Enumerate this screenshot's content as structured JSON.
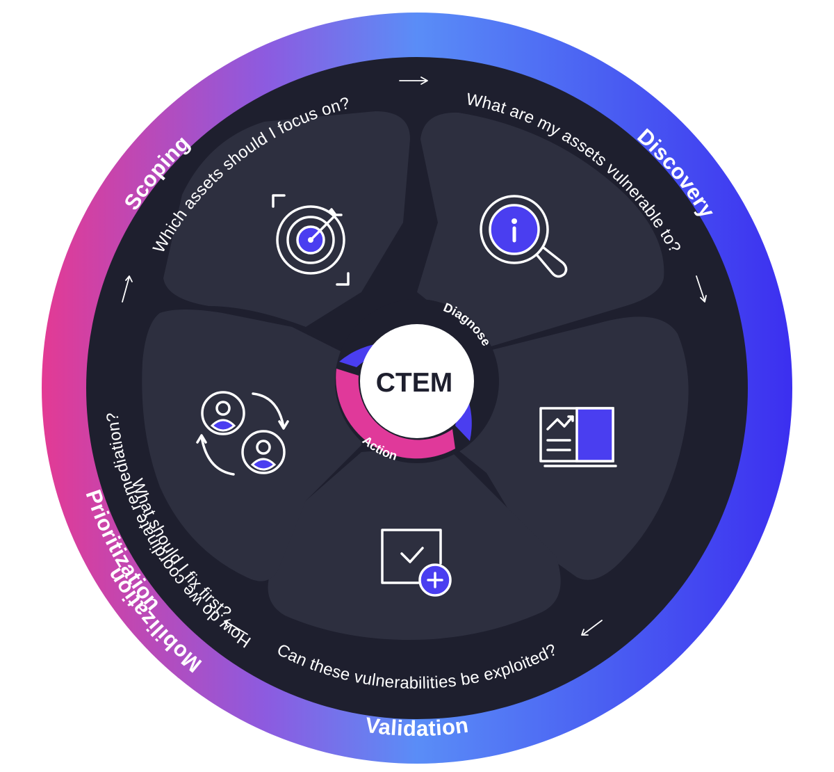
{
  "diagram": {
    "center_label": "CTEM",
    "inner_ring": {
      "diagnose_label": "Diagnose",
      "action_label": "Action",
      "diagnose_color": "#4a3ef0",
      "action_color": "#e0399a"
    },
    "stages": [
      {
        "name": "Scoping",
        "question": "Which assets should I focus on?",
        "icon": "target-icon"
      },
      {
        "name": "Discovery",
        "question": "What are my assets vulnerable to?",
        "icon": "magnifier-info-icon"
      },
      {
        "name": "Prioritization",
        "question": "What should I fix first?",
        "icon": "report-book-icon"
      },
      {
        "name": "Validation",
        "question": "Can these vulnerabilities be exploited?",
        "icon": "checkbox-plus-icon"
      },
      {
        "name": "Mobilization",
        "question": "How do we coordinate remediation?",
        "icon": "users-cycle-icon"
      }
    ],
    "colors": {
      "outer_ring_pink": "#e33a94",
      "outer_ring_purple": "#8c5be0",
      "outer_ring_blue": "#5a8df7",
      "outer_ring_indigo": "#3c2ff0",
      "dark_bg": "#1e1f2e",
      "segment": "#2d2f3f",
      "accent": "#4a3ef0"
    }
  }
}
